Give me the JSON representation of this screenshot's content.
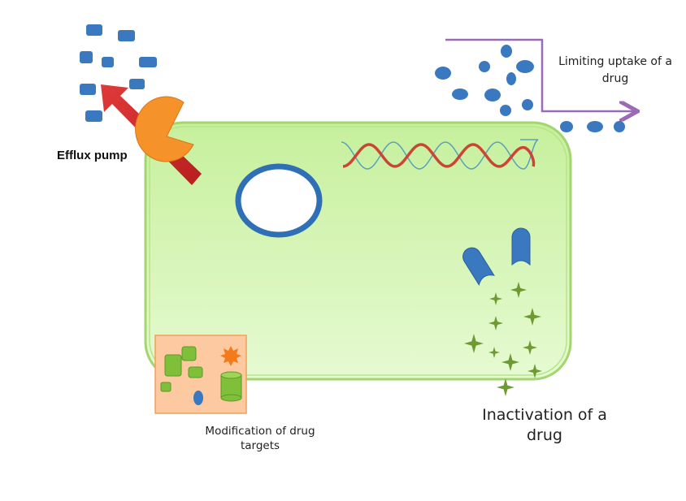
{
  "labels": {
    "efflux_pump": "Efflux pump",
    "limiting_uptake": "Limiting uptake of a drug",
    "modification": "Modification of drug targets",
    "inactivation": "Inactivation of a drug"
  },
  "colors": {
    "cell_fill": "#c8f0a0",
    "cell_border": "#9fd36a",
    "drug_blue": "#3a78c0",
    "efflux_arrow": "#d42a2a",
    "pump": "#f5922a",
    "uptake_line": "#9a6bb5",
    "dna_red": "#cc4433",
    "dna_blue": "#5aa0c0",
    "star_green": "#6e9a34",
    "target_box": "#fcc9a0"
  }
}
